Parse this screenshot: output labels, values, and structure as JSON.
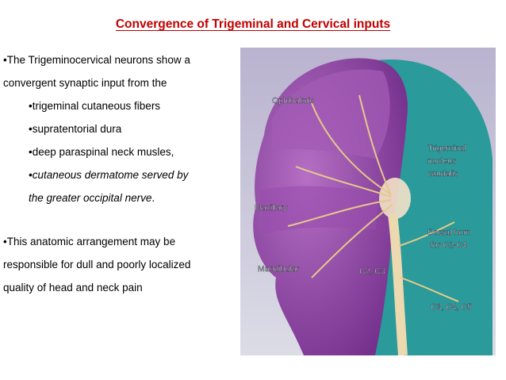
{
  "title": "Convergence of Trigeminal and Cervical inputs",
  "intro_line1": "•The Trigeminocervical neurons show a",
  "intro_line2": "convergent synaptic input from the",
  "bullets": [
    "•trigeminal cutaneous fibers",
    "•supratentorial dura",
    "•deep paraspinal neck musles,"
  ],
  "italic_line1": "•cutaneous dermatome served by",
  "italic_line2_part": "the greater occipital nerve",
  "italic_line2_end": ".",
  "conclusion_line1": "•This anatomic arrangement may be",
  "conclusion_line2": "responsible for dull and poorly localized",
  "conclusion_line3": "quality of head and neck pain",
  "figure_labels": {
    "ophthalmic": "Ophthalmic",
    "maxillary": "Maxillary",
    "mandibular": "Mandibular",
    "trigeminal_1": "Trigeminal",
    "trigeminal_2": "nucleus",
    "trigeminal_3": "caudalis",
    "dorsal_1": "Dorsal horn",
    "dorsal_2": "for C2-C4",
    "c2c3": "C2, C3",
    "c3c4c5": "C3, C4, C5"
  },
  "colors": {
    "title": "#c00000",
    "purple_region": "#8b3fa0",
    "teal_region": "#2a9a9a",
    "nerve": "#e6c98a"
  }
}
